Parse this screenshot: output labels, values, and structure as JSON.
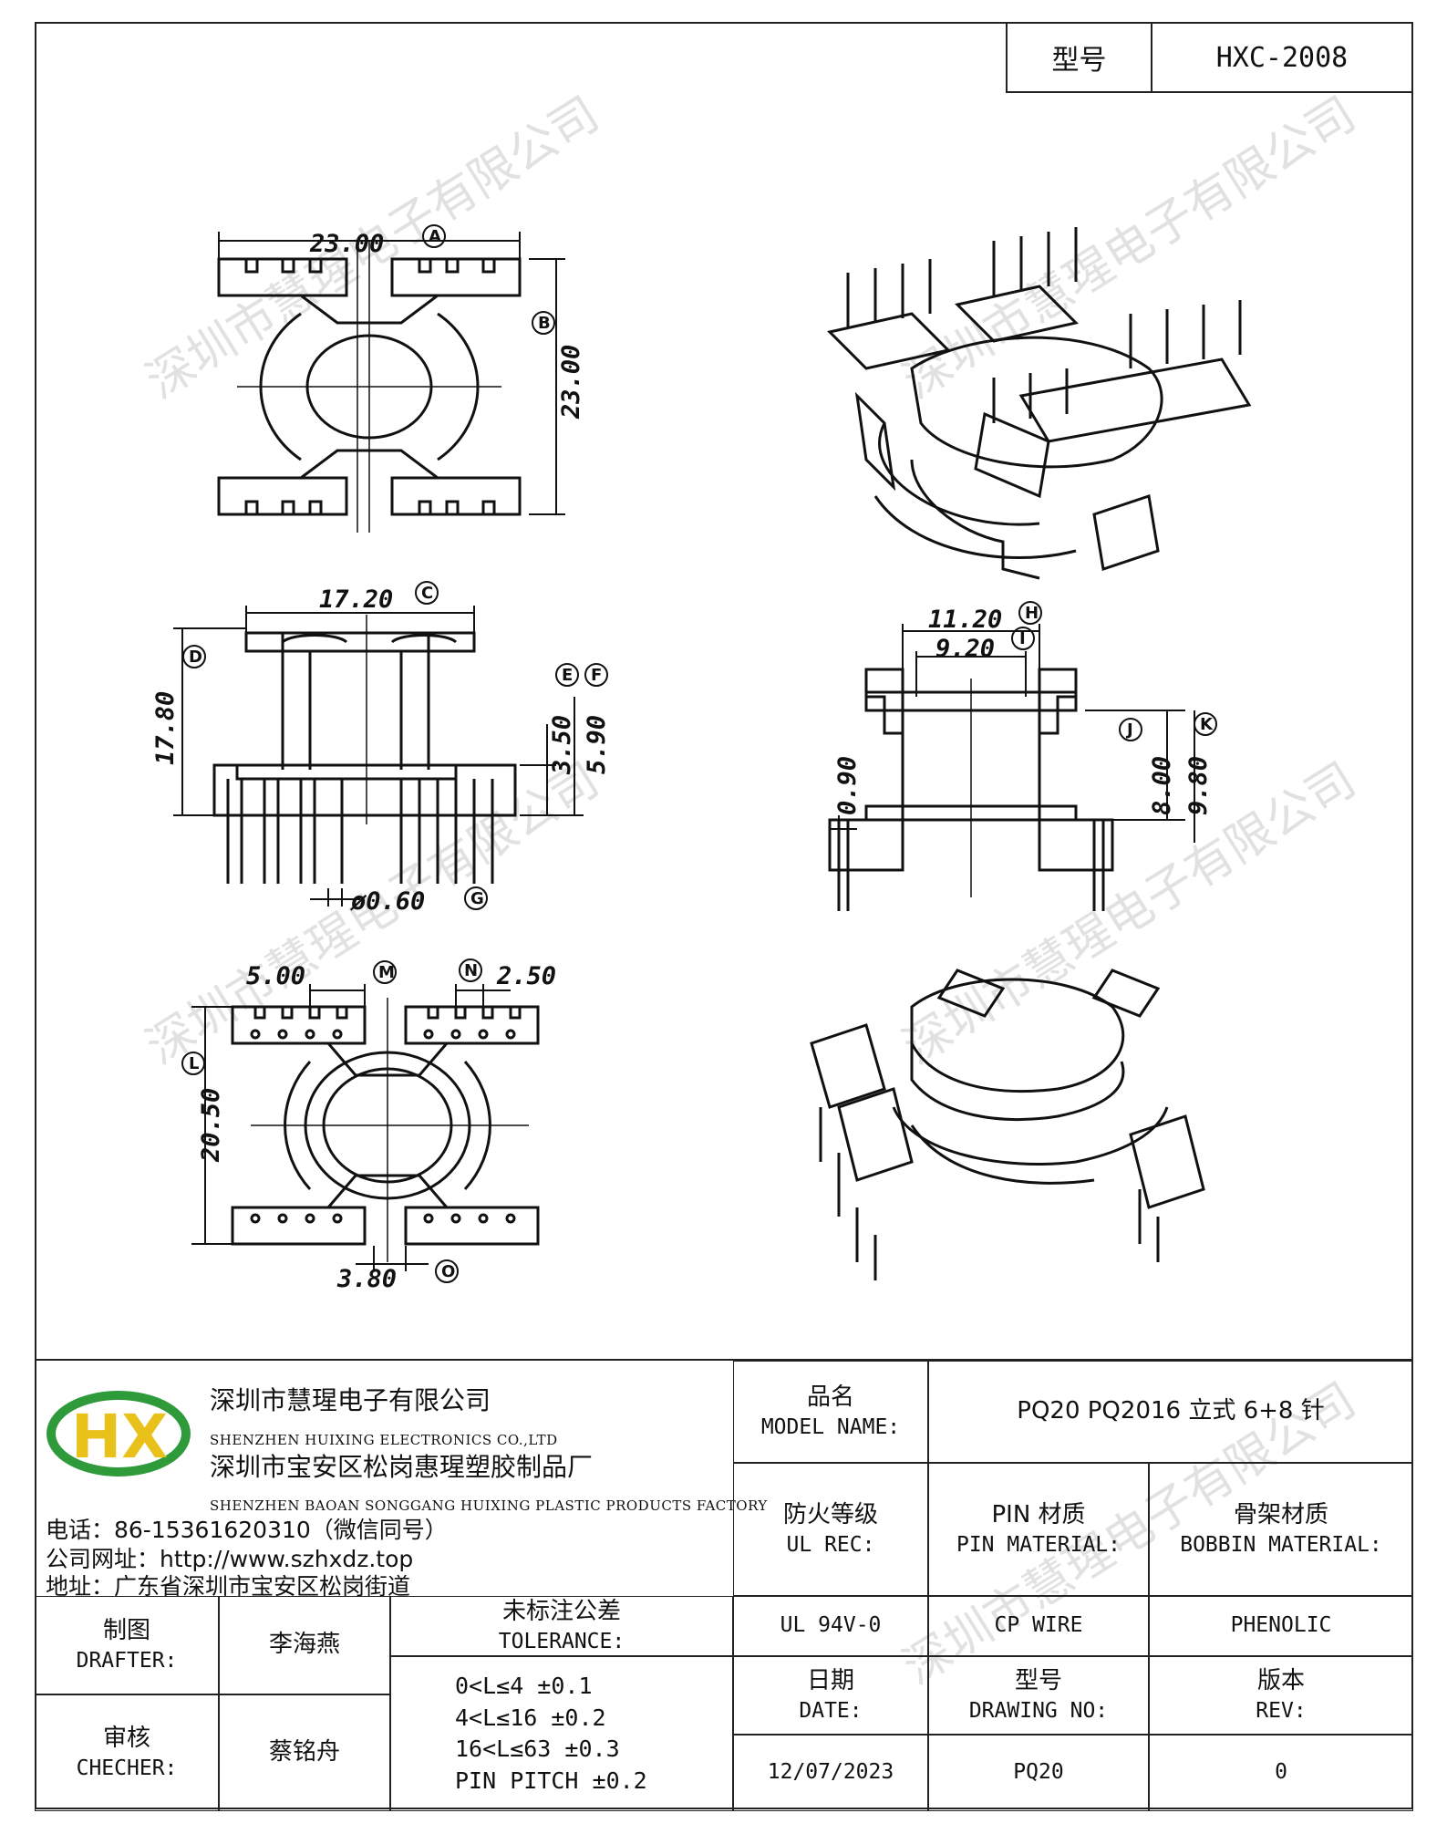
{
  "header": {
    "model_label": "型号",
    "model_value": "HXC-2008"
  },
  "dimensions": {
    "A": "23.00",
    "B": "23.00",
    "C": "17.20",
    "D": "17.80",
    "E": "3.50",
    "F": "5.90",
    "G": "ø0.60",
    "H": "11.20",
    "I": "9.20",
    "J": "0.90",
    "K1": "8.00",
    "K2": "9.80",
    "L": "20.50",
    "M": "5.00",
    "N": "2.50",
    "O": "3.80",
    "letters": {
      "A": "A",
      "B": "B",
      "C": "C",
      "D": "D",
      "E": "E",
      "F": "F",
      "G": "G",
      "H": "H",
      "I": "I",
      "J": "J",
      "K": "K",
      "L": "L",
      "M": "M",
      "N": "N",
      "O": "O"
    }
  },
  "watermark": {
    "text": "深圳市慧瑆电子有限公司"
  },
  "company": {
    "name_cn": "深圳市慧瑆电子有限公司",
    "name_en": "SHENZHEN HUIXING ELECTRONICS CO.,LTD",
    "factory_cn": "深圳市宝安区松岗惠瑆塑胶制品厂",
    "factory_en": "SHENZHEN BAOAN SONGGANG HUIXING PLASTIC PRODUCTS FACTORY",
    "phone": "电话：86-15361620310（微信同号）",
    "website": "公司网址：http://www.szhxdz.top",
    "address": "地址：广东省深圳市宝安区松岗街道",
    "logo_text": "HX",
    "colors": {
      "green": "#2e9a3a",
      "yellow": "#e8c21a"
    }
  },
  "title_block": {
    "model_name_cn": "品名",
    "model_name_en": "MODEL NAME:",
    "model_name_value": "PQ20 PQ2016 立式 6+8 针",
    "ul_cn": "防火等级",
    "ul_en": "UL REC:",
    "pin_cn": "PIN 材质",
    "pin_en": "PIN MATERIAL:",
    "bobbin_cn": "骨架材质",
    "bobbin_en": "BOBBIN MATERIAL:",
    "drafter_cn": "制图",
    "drafter_en": "DRAFTER:",
    "drafter_value": "李海燕",
    "checker_cn": "审核",
    "checker_en": "CHECHER:",
    "checker_value": "蔡铭舟",
    "tolerance_cn": "未标注公差",
    "tolerance_en": "TOLERANCE:",
    "tolerance_lines": [
      "0<L≤4  ±0.1",
      "4<L≤16  ±0.2",
      "16<L≤63  ±0.3",
      "PIN PITCH  ±0.2"
    ],
    "ul_value": "UL 94V-0",
    "pin_value": "CP WIRE",
    "bobbin_value": "PHENOLIC",
    "date_cn": "日期",
    "date_en": "DATE:",
    "drawing_cn": "型号",
    "drawing_en": "DRAWING NO:",
    "rev_cn": "版本",
    "rev_en": "REV:",
    "date_value": "12/07/2023",
    "drawing_value": "PQ20",
    "rev_value": "0"
  }
}
